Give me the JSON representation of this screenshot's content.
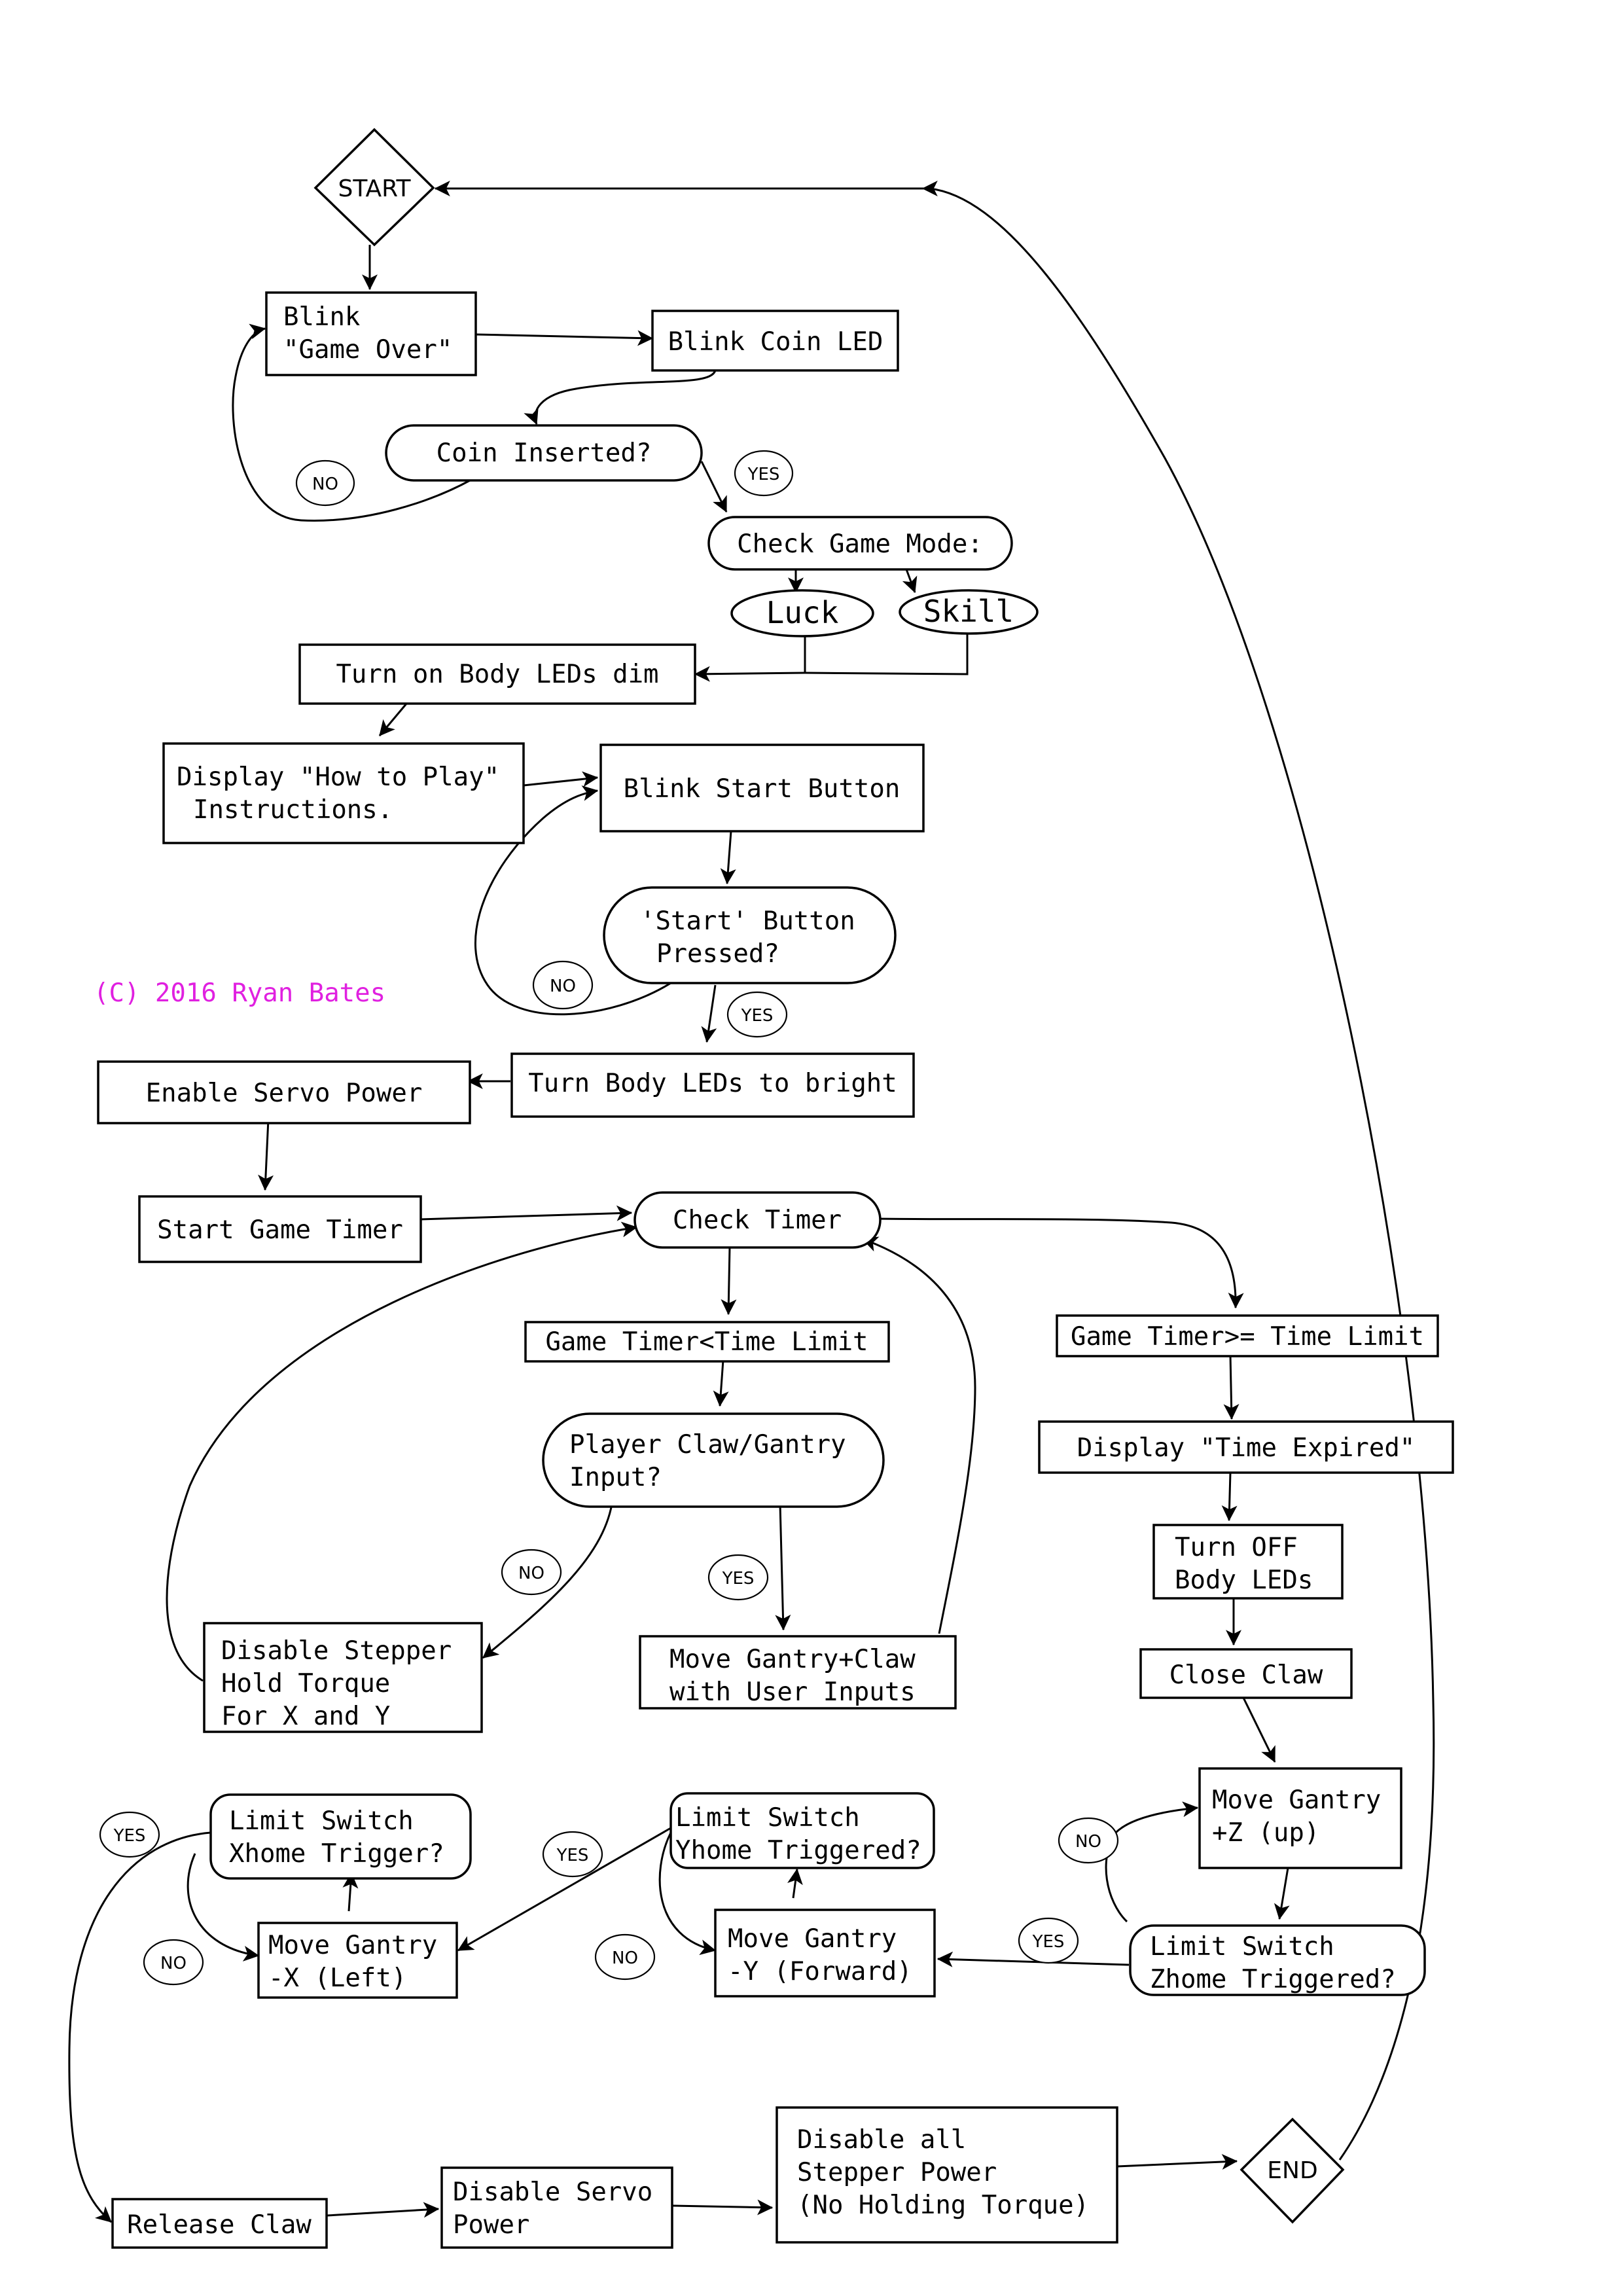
{
  "copyright": {
    "text": "(C) 2016 Ryan Bates",
    "color": "#e020e0"
  },
  "nodes": {
    "start": {
      "text": "START"
    },
    "blink_game_over": {
      "line1": "Blink",
      "line2": "\"Game Over\""
    },
    "blink_coin_led": {
      "text": "Blink Coin LED"
    },
    "coin_inserted": {
      "text": "Coin Inserted?"
    },
    "check_game_mode": {
      "text": "Check Game Mode:"
    },
    "luck": {
      "text": "Luck"
    },
    "skill": {
      "text": "Skill"
    },
    "body_leds_dim": {
      "text": "Turn on Body LEDs dim"
    },
    "display_how_to_play": {
      "line1": "Display \"How to Play\"",
      "line2": "Instructions."
    },
    "blink_start_button": {
      "text": "Blink Start Button"
    },
    "start_pressed": {
      "line1": "'Start' Button",
      "line2": "Pressed?"
    },
    "body_leds_bright": {
      "text": "Turn Body LEDs to bright"
    },
    "enable_servo_power": {
      "text": "Enable Servo Power"
    },
    "start_game_timer": {
      "text": "Start Game Timer"
    },
    "check_timer": {
      "text": "Check Timer"
    },
    "timer_lt_limit": {
      "text": "Game Timer<Time Limit"
    },
    "timer_ge_limit": {
      "text": "Game Timer>= Time Limit"
    },
    "player_input": {
      "line1": "Player Claw/Gantry",
      "line2": "Input?"
    },
    "disable_stepper_hold": {
      "line1": "Disable Stepper",
      "line2": "Hold Torque",
      "line3": "For X and Y"
    },
    "move_gantry_claw": {
      "line1": "Move Gantry+Claw",
      "line2": "with User Inputs"
    },
    "display_time_expired": {
      "text": "Display \"Time Expired\""
    },
    "turn_off_body_leds": {
      "line1": "Turn OFF",
      "line2": "Body LEDs"
    },
    "close_claw": {
      "text": "Close Claw"
    },
    "move_gantry_z": {
      "line1": "Move Gantry",
      "line2": "+Z (up)"
    },
    "limit_zhome": {
      "line1": "Limit Switch",
      "line2": "Zhome Triggered?"
    },
    "move_gantry_y": {
      "line1": "Move Gantry",
      "line2": "-Y (Forward)"
    },
    "limit_yhome": {
      "line1": "Limit Switch",
      "line2": "Yhome Triggered?"
    },
    "move_gantry_x": {
      "line1": "Move Gantry",
      "line2": "-X (Left)"
    },
    "limit_xhome": {
      "line1": "Limit Switch",
      "line2": "Xhome Trigger?"
    },
    "release_claw": {
      "text": "Release Claw"
    },
    "disable_servo_power": {
      "line1": "Disable Servo",
      "line2": "Power"
    },
    "disable_all_stepper": {
      "line1": "Disable all",
      "line2": "Stepper Power",
      "line3": "(No Holding Torque)"
    },
    "end": {
      "text": "END"
    }
  },
  "branch_labels": {
    "coin_no": "NO",
    "coin_yes": "YES",
    "start_no": "NO",
    "start_yes": "YES",
    "input_no": "NO",
    "input_yes": "YES",
    "z_no": "NO",
    "z_yes": "YES",
    "y_no": "NO",
    "y_yes": "YES",
    "x_no": "NO",
    "x_yes": "YES"
  }
}
